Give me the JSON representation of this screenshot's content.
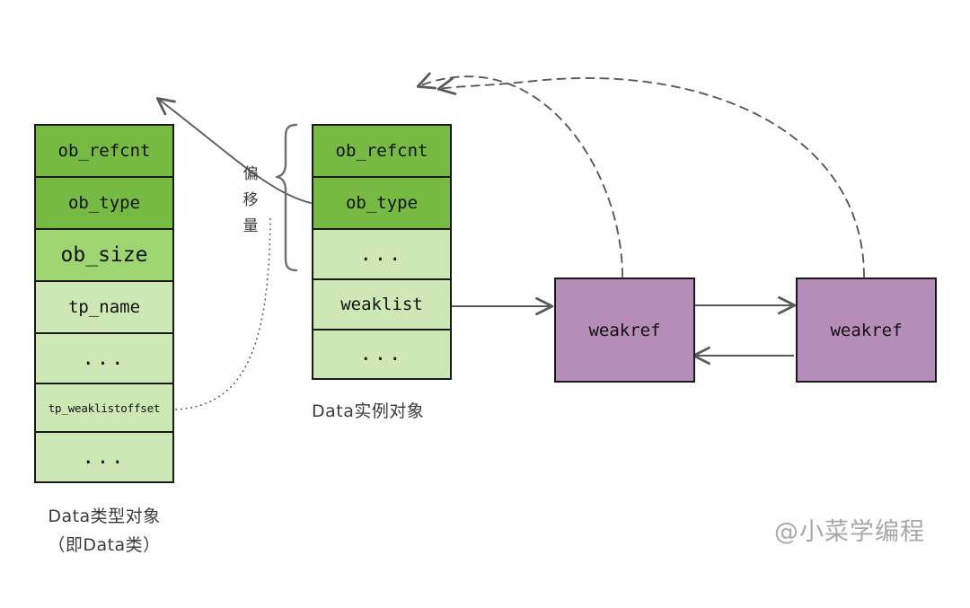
{
  "diagram": {
    "title": "Python weakref / tp_weaklistoffset diagram",
    "background": "#ffffff",
    "colors": {
      "dark_green": "#76ba44",
      "mid_green": "#9ed671",
      "light_green": "#cde8b5",
      "purple": "#b68cb8",
      "stroke": "#1a1a1a",
      "arrow": "#5a5a5a",
      "text": "#111111",
      "caption": "#3b3b3b",
      "watermark": "#a8a8a8"
    }
  },
  "type_object": {
    "caption_line1": "Data类型对象",
    "caption_line2": "（即Data类）",
    "rows": [
      {
        "label": "ob_refcnt",
        "shade": "dark"
      },
      {
        "label": "ob_type",
        "shade": "dark"
      },
      {
        "label": "ob_size",
        "shade": "mid"
      },
      {
        "label": "tp_name",
        "shade": "light"
      },
      {
        "label": "...",
        "shade": "light"
      },
      {
        "label": "tp_weaklistoffset",
        "shade": "light"
      },
      {
        "label": "...",
        "shade": "light"
      }
    ]
  },
  "instance_object": {
    "caption": "Data实例对象",
    "rows": [
      {
        "label": "ob_refcnt",
        "shade": "dark"
      },
      {
        "label": "ob_type",
        "shade": "dark"
      },
      {
        "label": "...",
        "shade": "light"
      },
      {
        "label": "weaklist",
        "shade": "light"
      },
      {
        "label": "...",
        "shade": "light"
      }
    ]
  },
  "offset": {
    "label": "偏移量",
    "chars": [
      "偏",
      "移",
      "量"
    ]
  },
  "weakrefs": [
    {
      "label": "weakref"
    },
    {
      "label": "weakref"
    }
  ],
  "watermark": "@小菜学编程"
}
